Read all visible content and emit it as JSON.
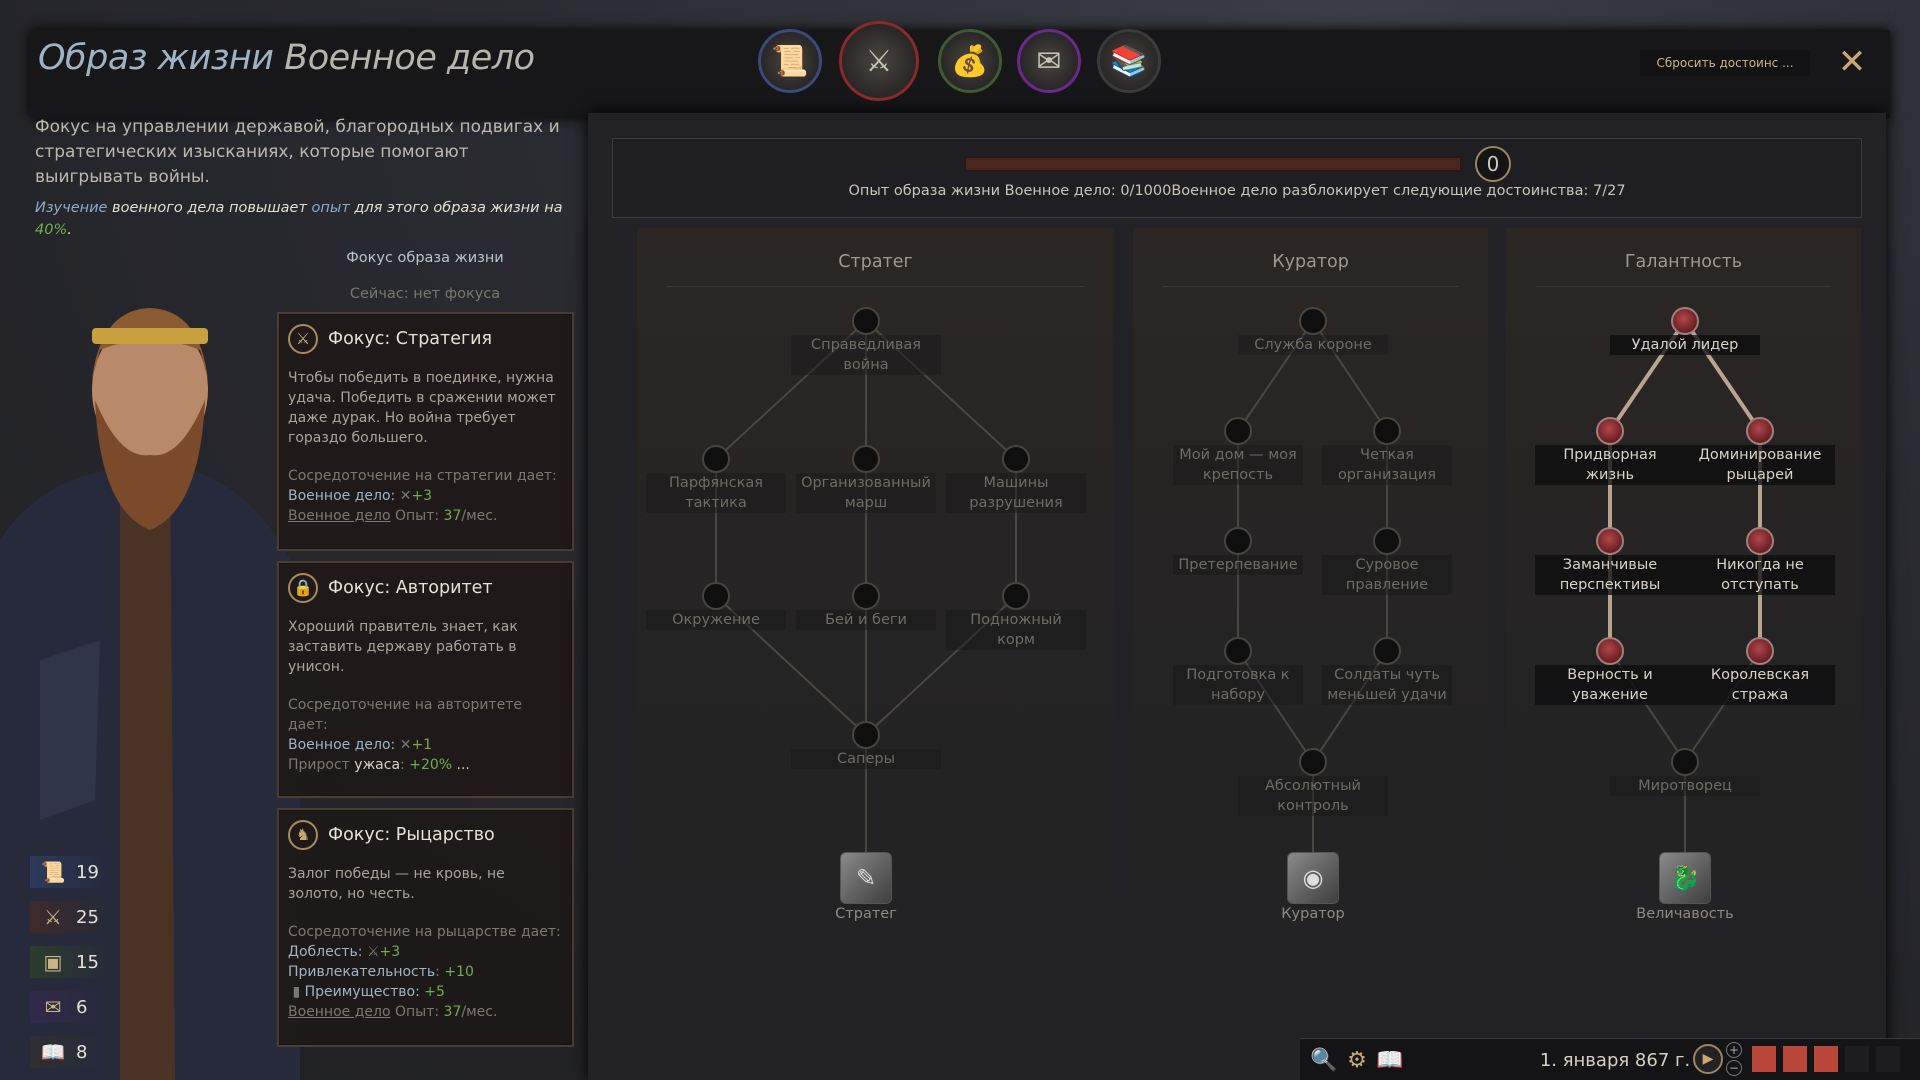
{
  "header": {
    "title_prefix": "Образ жизни",
    "title_name": "Военное дело",
    "reset_button": "Сбросить достоинс ...",
    "close_icon": "close-icon",
    "lifestyle_tabs": [
      {
        "name": "diplomacy",
        "icon": "scroll-icon",
        "color": "#3b4a7a",
        "selected": false
      },
      {
        "name": "martial",
        "icon": "helmet-swords-icon",
        "color": "#8a2a2a",
        "selected": true
      },
      {
        "name": "stewardship",
        "icon": "treasure-chest-icon",
        "color": "#3f5a33",
        "selected": false
      },
      {
        "name": "intrigue",
        "icon": "letter-dagger-icon",
        "color": "#6a2a8a",
        "selected": false
      },
      {
        "name": "learning",
        "icon": "books-icon",
        "color": "#3a3a3a",
        "selected": false
      }
    ]
  },
  "left": {
    "description": "Фокус на управлении державой, благородных подвигах и стратегических изысканиях, которые помогают выигрывать войны.",
    "study": {
      "w1": "Изучение",
      "w2": " военного дела повышает ",
      "w3": "опыт",
      "w4": " для этого образа жизни на ",
      "w5": "40%",
      "w6": "."
    },
    "focus_heading": "Фокус образа жизни",
    "focus_current": "Сейчас: нет фокуса",
    "cards": [
      {
        "title": "Фокус: Стратегия",
        "icon": "crossed-swords-icon",
        "body": "Чтобы победить в поединке, нужна удача. Победить в сражении может даже дурак. Но война требует гораздо большего.",
        "gives": "Сосредоточение на стратегии дает:",
        "l1_key": "Военное дело:",
        "l1_val": "+3",
        "l2_link": "Военное дело",
        "l2_mid": " Опыт: ",
        "l2_val": "37",
        "l2_end": "/мес."
      },
      {
        "title": "Фокус: Авторитет",
        "icon": "padlock-icon",
        "body": "Хороший правитель знает, как заставить державу работать в унисон.",
        "gives": "Сосредоточение на авторитете дает:",
        "l1_key": "Военное дело:",
        "l1_val": "+1",
        "l2_pre": "Прирост ",
        "l2_key": "ужаса",
        "l2_colon": ": ",
        "l2_val": "+20%",
        "l2_end": " ..."
      },
      {
        "title": "Фокус: Рыцарство",
        "icon": "knight-icon",
        "body": "Залог победы — не кровь, не золото, но честь.",
        "gives": "Сосредоточение на рыцарстве дает:",
        "l1_key": "Доблесть:",
        "l1_val": "+3",
        "l2_key": "Привлекательность",
        "l2_val": "+10",
        "l3_key": "Преимущество:",
        "l3_val": "+5",
        "l4_link": "Военное дело",
        "l4_mid": " Опыт: ",
        "l4_val": "37",
        "l4_end": "/мес."
      }
    ],
    "stats": [
      {
        "icon": "diplomacy-scroll-icon",
        "value": "19",
        "color": "#2c3a5a"
      },
      {
        "icon": "martial-swords-icon",
        "value": "25",
        "color": "#3e2a2a"
      },
      {
        "icon": "stewardship-chest-icon",
        "value": "15",
        "color": "#2b3e2e"
      },
      {
        "icon": "intrigue-letter-icon",
        "value": "6",
        "color": "#33294a"
      },
      {
        "icon": "learning-book-icon",
        "value": "8",
        "color": "#2e2e33"
      }
    ]
  },
  "progress": {
    "value": "0",
    "fraction": 0,
    "text": "Опыт образа жизни Военное дело: 0/1000Военное дело разблокирует следующие достоинства: 7/27"
  },
  "trees": [
    {
      "title": "Стратег",
      "perks": [
        "Справедливая война",
        "Парфянская тактика",
        "Организованный марш",
        "Машины разрушения",
        "Окружение",
        "Бей и беги",
        "Подножный корм",
        "Саперы"
      ],
      "unlocked": [
        false,
        false,
        false,
        false,
        false,
        false,
        false,
        false
      ],
      "final": "Стратег",
      "final_icon": "strategist-map-icon"
    },
    {
      "title": "Куратор",
      "perks": [
        "Служба короне",
        "Мой дом — моя крепость",
        "Четкая организация",
        "Претерпевание",
        "Суровое правление",
        "Подготовка к набору",
        "Солдаты чуть меньшей удачи",
        "Абсолютный контроль"
      ],
      "unlocked": [
        false,
        false,
        false,
        false,
        false,
        false,
        false,
        false
      ],
      "final": "Куратор",
      "final_icon": "eye-icon"
    },
    {
      "title": "Галантность",
      "perks": [
        "Удалой лидер",
        "Придворная жизнь",
        "Доминирование рыцарей",
        "Заманчивые перспективы",
        "Никогда не отступать",
        "Верность и уважение",
        "Королевская стража",
        "Миротворец"
      ],
      "unlocked": [
        true,
        true,
        true,
        true,
        true,
        true,
        true,
        false
      ],
      "final": "Величавость",
      "final_icon": "dragon-icon"
    }
  ],
  "bottom": {
    "date": "1. января 867 г.",
    "speed_level": 3,
    "speed_max": 5
  }
}
